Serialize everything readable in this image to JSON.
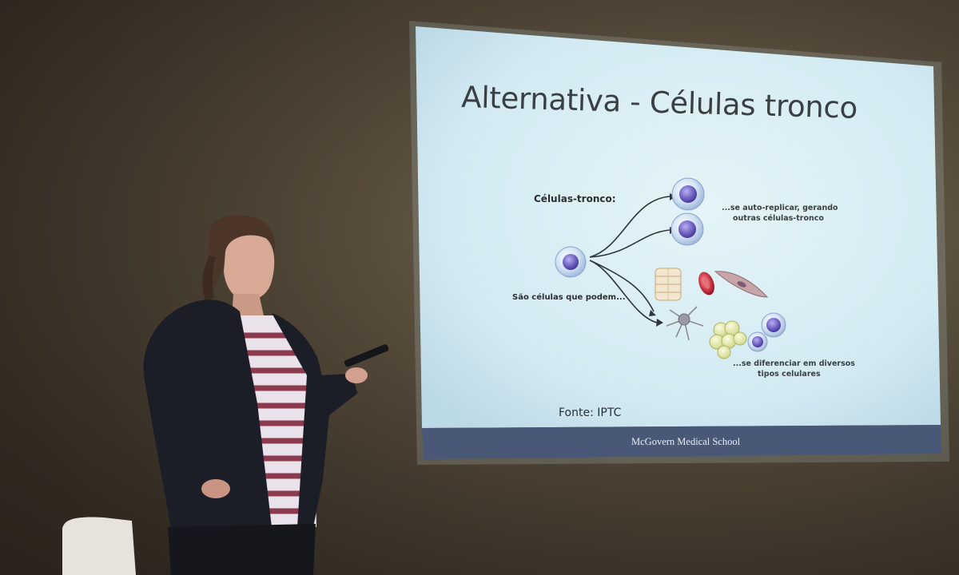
{
  "slide": {
    "title": "Alternativa - Células tronco",
    "diagram": {
      "stem_cells_label": "Células-tronco:",
      "can_label": "São células que podem...",
      "self_replicate_line1": "...se auto-replicar, gerando",
      "self_replicate_line2": "outras células-tronco",
      "differentiate_line1": "...se diferenciar em diversos",
      "differentiate_line2": "tipos celulares"
    },
    "source": "Fonte: IPTC",
    "footer": "McGovern Medical School"
  },
  "colors": {
    "slide_background": "#d6ecf3",
    "footer_bar": "#4a5878",
    "cell_purple": "#6d5fc0",
    "blazer": "#1b1e26",
    "wall": "#5e5240"
  },
  "icons": [
    "stem-cell-icon",
    "muscle-cell-icon",
    "red-blood-cell-icon",
    "neuron-icon",
    "fat-cell-icon",
    "white-blood-cell-icon",
    "arrow-icon"
  ]
}
